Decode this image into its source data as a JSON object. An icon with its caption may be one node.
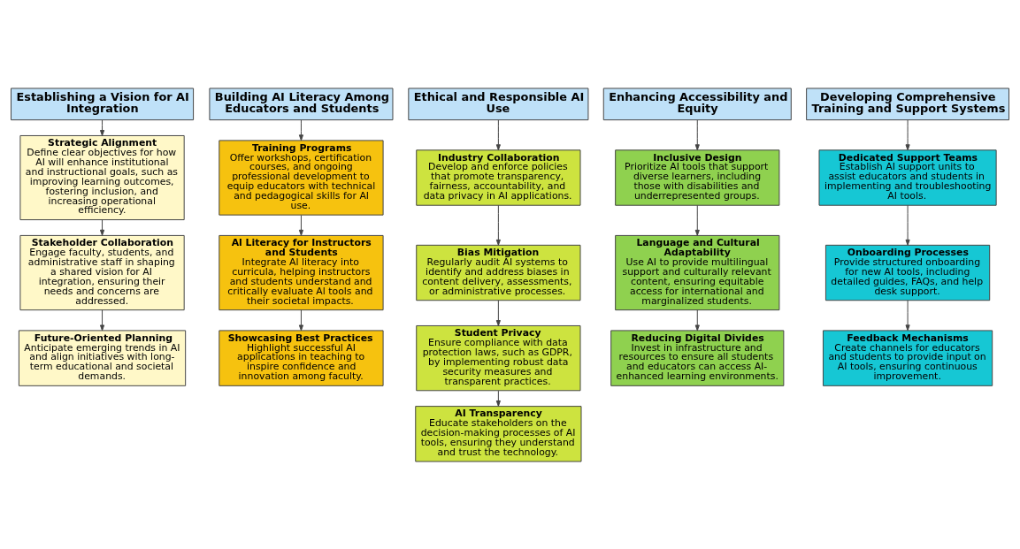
{
  "diagram": {
    "nodes": [
      {
        "text": [
          "Establishing a Vision for AI Integration"
        ]
      },
      {
        "text": [
          "Strategic Alignment",
          "Define clear objectives for how AI will enhance institutional and instructional goals, such as improving learning outcomes, fostering inclusion, and increasing operational efficiency."
        ]
      },
      {
        "text": [
          "Stakeholder Collaboration",
          "Engage faculty, students, and administrative staff in shaping a shared vision for AI integration, ensuring their needs and concerns are addressed."
        ]
      },
      {
        "text": [
          "Future-Oriented Planning",
          "Anticipate emerging trends in AI and align initiatives with long-term educational and societal demands."
        ]
      },
      {
        "text": [
          "Building AI Literacy Among Educators and Students"
        ]
      },
      {
        "text": [
          "Training Programs",
          "Offer workshops, certification courses, and ongoing professional development to equip educators with technical and pedagogical skills for AI use."
        ]
      },
      {
        "text": [
          "Al Literacy for Instructors and Students",
          "Integrate Al literacy into curricula, helping instructors and students understand and critically evaluate Al tools and their societal impacts."
        ]
      },
      {
        "text": [
          "Showcasing Best Practices",
          "Highlight successful AI applications in teaching to inspire confidence and innovation among faculty."
        ]
      },
      {
        "text": [
          "Ethical and Responsible AI Use"
        ]
      },
      {
        "text": [
          "Industry Collaboration",
          "Develop and enforce policies that promote transparency, fairness, accountability, and data privacy in AI applications."
        ]
      },
      {
        "text": [
          "Bias Mitigation",
          "Regularly audit AI systems to identify and address biases in content delivery, assessments, or administrative processes."
        ]
      },
      {
        "text": [
          "Student Privacy",
          "Ensure compliance with data protection laws, such as GDPR, by implementing robust data security measures and transparent practices."
        ]
      },
      {
        "text": [
          "AI Transparency",
          "Educate stakeholders on the decision-making processes of AI tools, ensuring they understand and trust the technology."
        ]
      },
      {
        "text": [
          "Enhancing Accessibility and Equity"
        ]
      },
      {
        "text": [
          "Inclusive Design",
          "Prioritize AI tools that support diverse learners, including those with disabilities and underrepresented groups."
        ]
      },
      {
        "text": [
          "Language and Cultural Adaptability",
          "Use AI to provide multilingual support and culturally relevant content, ensuring equitable access for international and marginalized students."
        ]
      },
      {
        "text": [
          "Reducing Digital Divides",
          "Invest in infrastructure and resources to ensure all students and educators can access AI-enhanced learning environments."
        ]
      },
      {
        "text": [
          "Developing Comprehensive Training and Support Systems"
        ]
      },
      {
        "text": [
          "Dedicated Support Teams",
          "Establish AI support units to assist educators and students in implementing and troubleshooting AI tools."
        ]
      },
      {
        "text": [
          "Onboarding Processes",
          "Provide structured onboarding for new AI tools, including detailed guides, FAQs, and help desk support."
        ]
      },
      {
        "text": [
          "Feedback Mechanisms",
          "Create channels for educators and students to provide input on AI tools, ensuring continuous improvement."
        ]
      }
    ],
    "edges": [
      {
        "from": 0,
        "to": 1,
        "arrow": "to"
      },
      {
        "from": 1,
        "to": 2,
        "arrow": "to"
      },
      {
        "from": 2,
        "to": 3,
        "arrow": "to"
      },
      {
        "from": 4,
        "to": 5,
        "arrow": "to"
      },
      {
        "from": 5,
        "to": 6,
        "arrow": "to"
      },
      {
        "from": 6,
        "to": 7,
        "arrow": "to"
      },
      {
        "from": 8,
        "to": 9,
        "arrow": "to"
      },
      {
        "from": 9,
        "to": 10,
        "arrow": "to"
      },
      {
        "from": 10,
        "to": 11,
        "arrow": "to"
      },
      {
        "from": 11,
        "to": 12,
        "arrow": "to"
      },
      {
        "from": 13,
        "to": 14,
        "arrow": "to"
      },
      {
        "from": 14,
        "to": 15,
        "arrow": "to"
      },
      {
        "from": 15,
        "to": 16,
        "arrow": "to"
      },
      {
        "from": 17,
        "to": 18,
        "arrow": "to"
      },
      {
        "from": 18,
        "to": 19,
        "arrow": "to"
      },
      {
        "from": 19,
        "to": 20,
        "arrow": "to"
      }
    ]
  }
}
